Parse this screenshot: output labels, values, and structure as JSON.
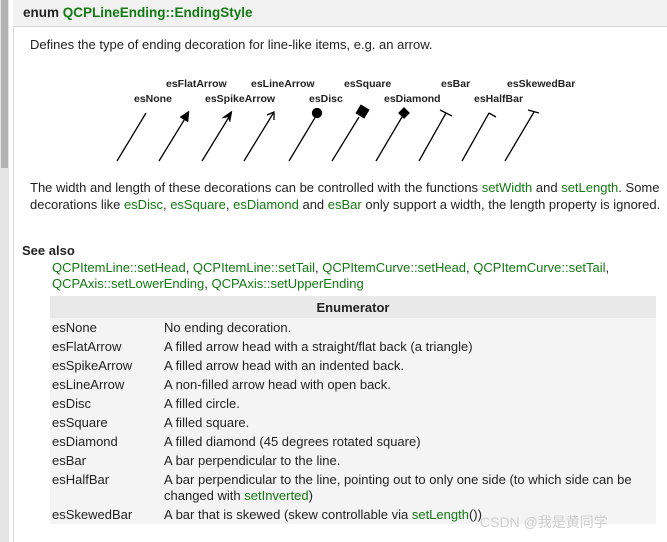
{
  "header": {
    "keyword": "enum",
    "enum_name": "QCPLineEnding::EndingStyle"
  },
  "description": "Defines the type of ending decoration for line-like items, e.g. an arrow.",
  "diagram": {
    "labels": [
      "esNone",
      "esFlatArrow",
      "esSpikeArrow",
      "esLineArrow",
      "esDisc",
      "esSquare",
      "esDiamond",
      "esBar",
      "esHalfBar",
      "esSkewedBar"
    ]
  },
  "paragraph": {
    "p1": "The width and length of these decorations can be controlled with the functions ",
    "link_setWidth": "setWidth",
    "p2": " and ",
    "link_setLength": "setLength",
    "p3": ". Some decorations like ",
    "link_esDisc": "esDisc",
    "p4": ", ",
    "link_esSquare": "esSquare",
    "p5": ", ",
    "link_esDiamond": "esDiamond",
    "p6": " and ",
    "link_esBar": "esBar",
    "p7": " only support a width, the length property is ignored."
  },
  "see_also": {
    "title": "See also",
    "links": [
      "QCPItemLine::setHead",
      "QCPItemLine::setTail",
      "QCPItemCurve::setHead",
      "QCPItemCurve::setTail",
      "QCPAxis::setLowerEnding",
      "QCPAxis::setUpperEnding"
    ],
    "separator": ", "
  },
  "table": {
    "header": "Enumerator",
    "rows": [
      {
        "name": "esNone",
        "desc": "No ending decoration."
      },
      {
        "name": "esFlatArrow",
        "desc": "A filled arrow head with a straight/flat back (a triangle)"
      },
      {
        "name": "esSpikeArrow",
        "desc": "A filled arrow head with an indented back."
      },
      {
        "name": "esLineArrow",
        "desc": "A non-filled arrow head with open back."
      },
      {
        "name": "esDisc",
        "desc": "A filled circle."
      },
      {
        "name": "esSquare",
        "desc": "A filled square."
      },
      {
        "name": "esDiamond",
        "desc": "A filled diamond (45 degrees rotated square)"
      },
      {
        "name": "esBar",
        "desc": "A bar perpendicular to the line."
      },
      {
        "name": "esHalfBar",
        "desc": "A bar perpendicular to the line, pointing out to only one side (to which side can be changed with ",
        "link": "setInverted",
        "desc_after": ")"
      },
      {
        "name": "esSkewedBar",
        "desc": "A bar that is skewed (skew controllable via ",
        "link": "setLength",
        "desc_after": "())"
      }
    ]
  },
  "watermark": "CSDN @我是黄同学",
  "colors": {
    "link": "#127a12",
    "header_bg": "#f2f2f2",
    "table_header_bg": "#e9e9e9",
    "table_row_bg": "#f4f4f4"
  }
}
